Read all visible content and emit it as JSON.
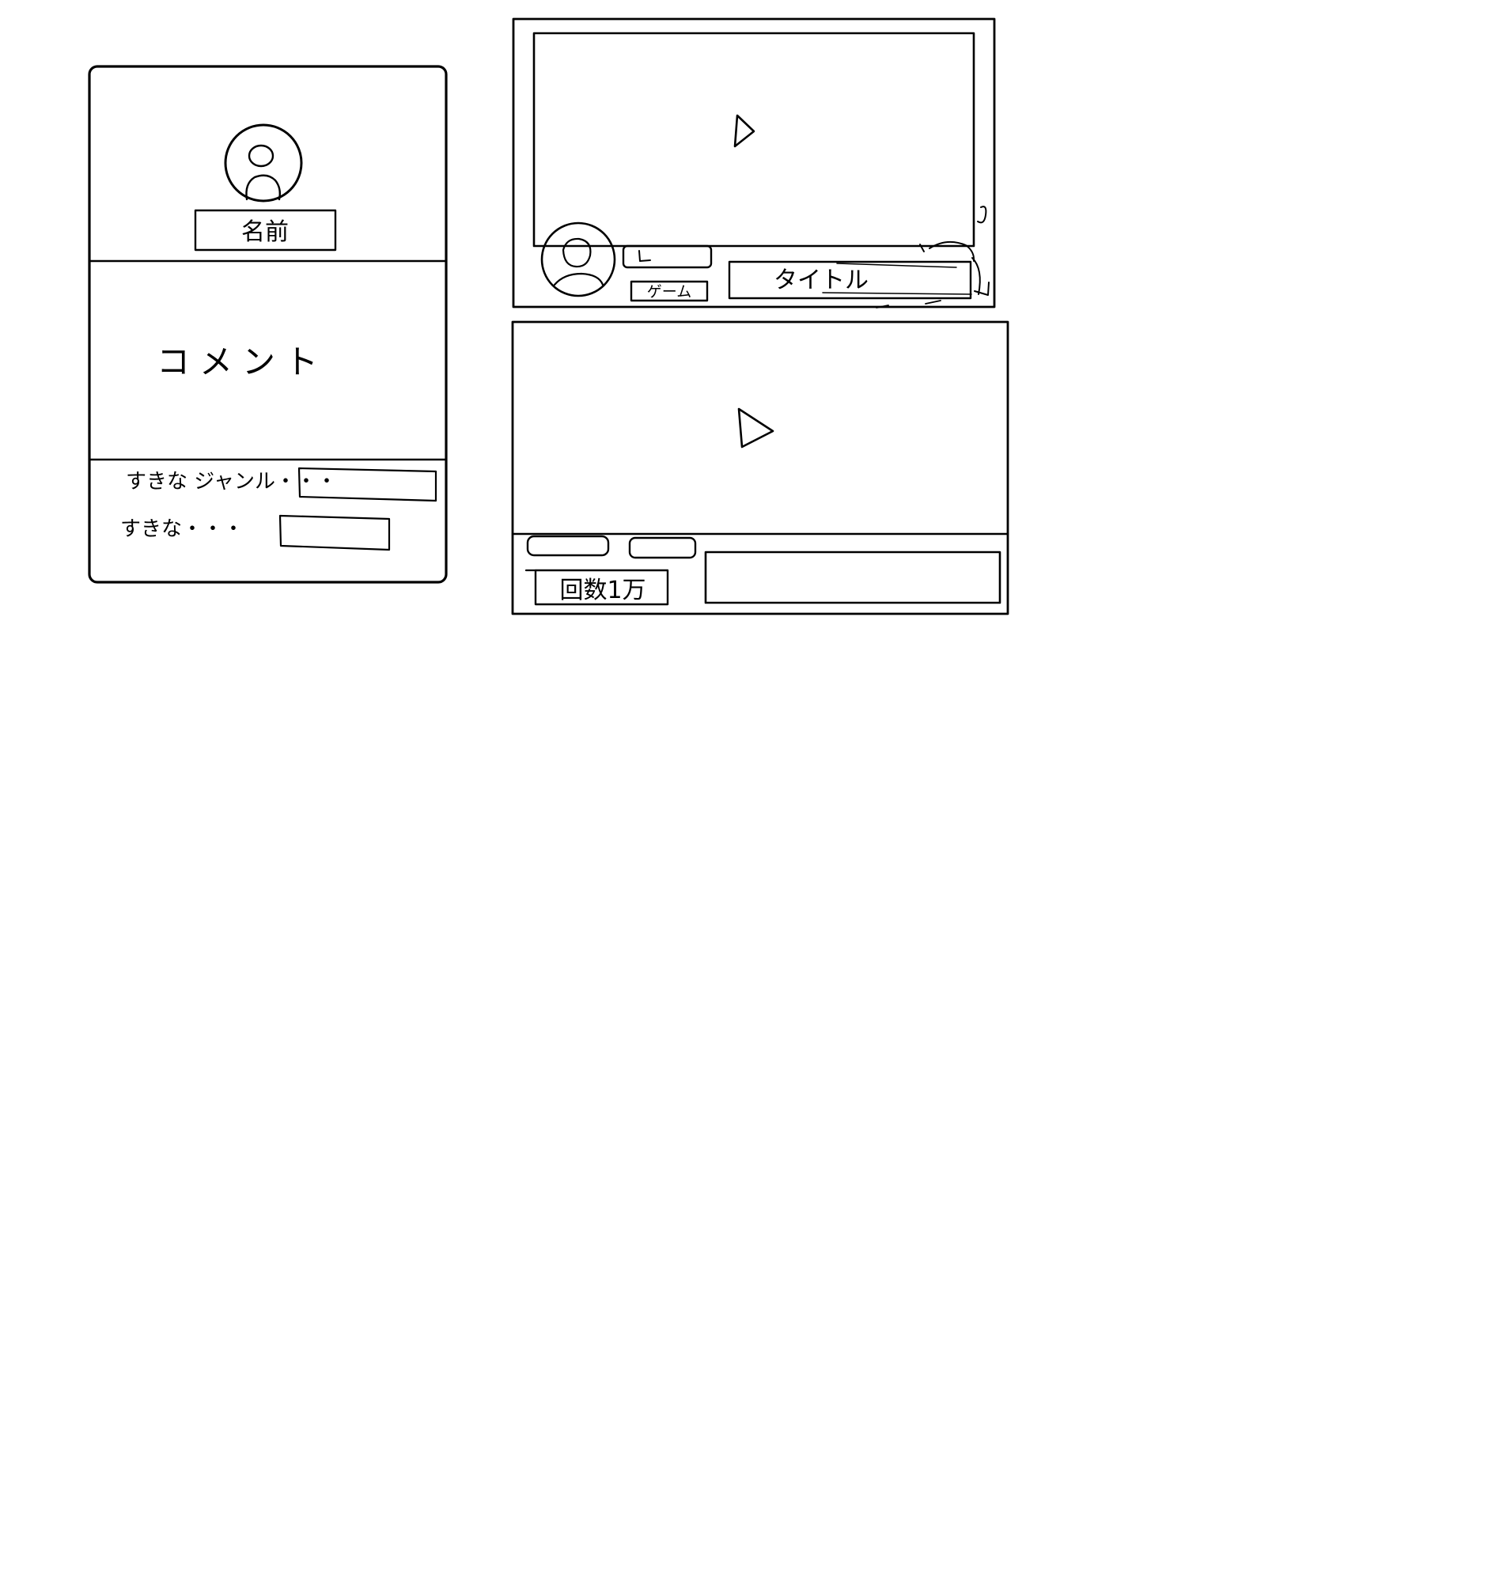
{
  "profile_card": {
    "name_label": "名前",
    "comment_label": "コメント",
    "favorite_genre_label": "すきな ジャンル・・・",
    "favorite_other_label": "すきな・・・"
  },
  "stream_card": {
    "game_label": "ゲーム",
    "title_label": "タイトル"
  },
  "video_card": {
    "view_count_label": "回数1万"
  }
}
